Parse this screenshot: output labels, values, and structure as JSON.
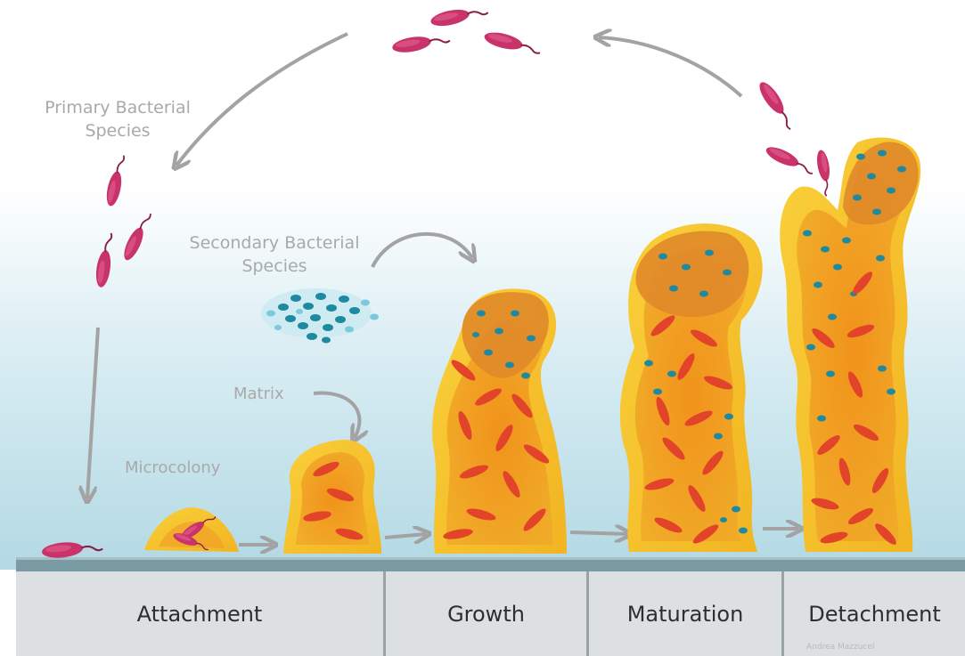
{
  "labels": {
    "primary": "Primary Bacterial Species",
    "secondary": "Secondary Bacterial Species",
    "matrix": "Matrix",
    "microcolony": "Microcolony"
  },
  "stages": [
    "Attachment",
    "Growth",
    "Maturation",
    "Detachment"
  ],
  "credit": "Andrea Mazzucel",
  "colors": {
    "primary_bacteria": "#c8336a",
    "secondary_bacteria": "#1e8aa0",
    "matrix_outer": "#f7c62a",
    "matrix_inner": "#ef9a1c",
    "rods": "#e2442a",
    "substrate": "#7a9aa4",
    "arrows": "#a3a3a3",
    "stage_panel": "#dde0e2"
  }
}
